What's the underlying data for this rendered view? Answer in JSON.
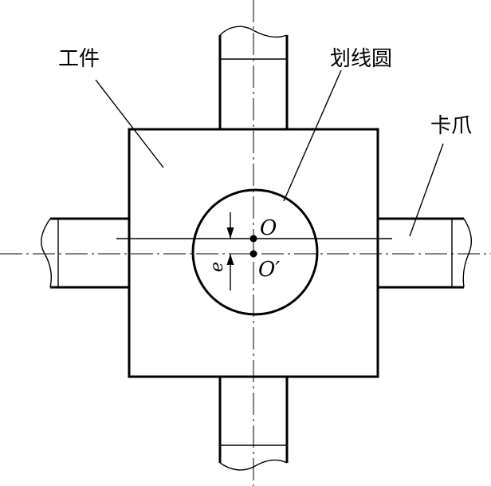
{
  "labels": {
    "workpiece": "工件",
    "scribed_circle": "划线圆",
    "jaw": "卡爪",
    "center_o": "O",
    "center_o_prime": "O′",
    "eccentricity": "e"
  }
}
